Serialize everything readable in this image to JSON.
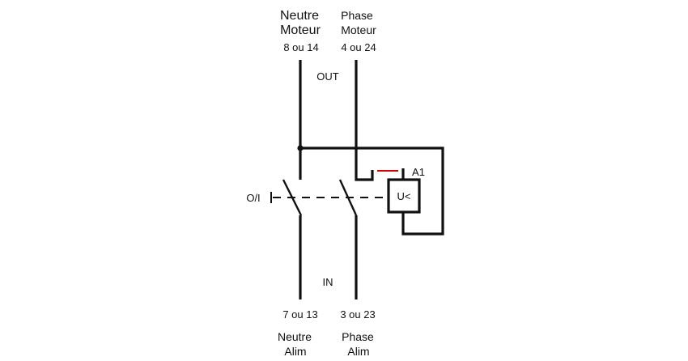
{
  "top": {
    "neutral_line1": "Neutre",
    "neutral_line2": "Moteur",
    "neutral_pins": "8 ou 14",
    "phase_line1": "Phase",
    "phase_line2": "Moteur",
    "phase_pins": "4 ou 24",
    "out_label": "OUT"
  },
  "bottom": {
    "in_label": "IN",
    "neutral_pins": "7 ou 13",
    "phase_pins": "3 ou 23",
    "neutral_line1": "Neutre",
    "neutral_line2": "Alim",
    "phase_line1": "Phase",
    "phase_line2": "Alim"
  },
  "switch_label": "O/I",
  "relay": {
    "terminal_label": "A1",
    "coil_label": "U<"
  },
  "colors": {
    "wire": "#111111",
    "accent": "#d00000",
    "background": "#ffffff"
  }
}
